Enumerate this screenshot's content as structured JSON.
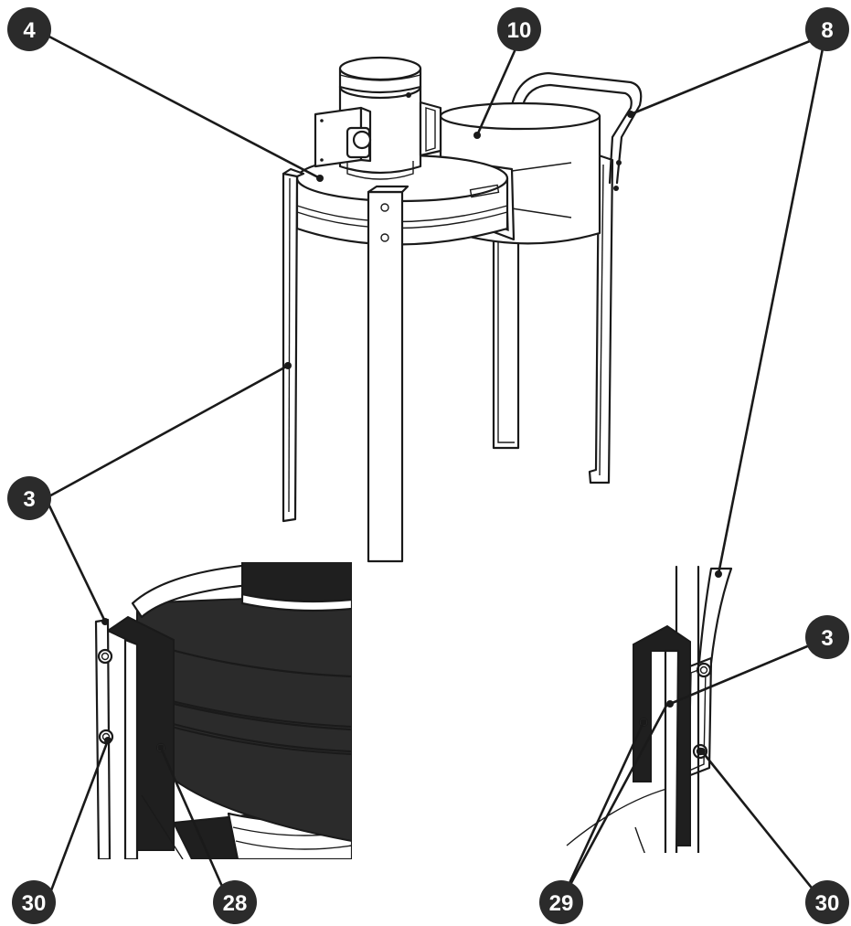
{
  "callouts": {
    "c4": "4",
    "c10": "10",
    "c8": "8",
    "c3_left": "3",
    "c3_right": "3",
    "c30_left": "30",
    "c28": "28",
    "c29": "29",
    "c30_right": "30"
  },
  "colors": {
    "badge": "#2b2b2b",
    "badge_text": "#ffffff",
    "line": "#1a1a1a",
    "dark_fill": "#2b2b2b"
  }
}
